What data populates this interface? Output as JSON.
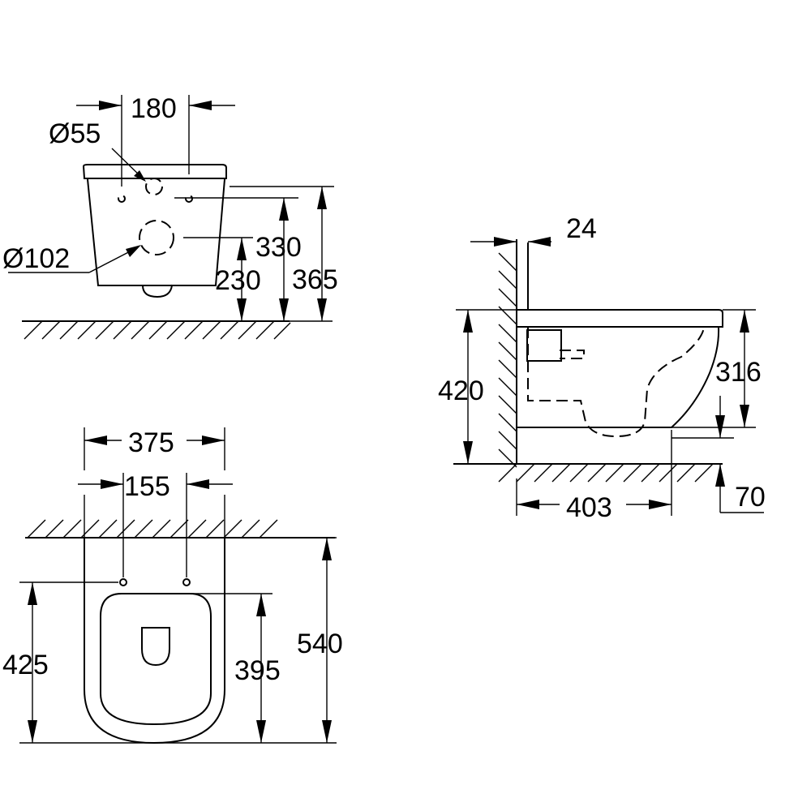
{
  "front_view": {
    "dims": {
      "width_180": "180",
      "dia_55": "Ø55",
      "dia_102": "Ø102",
      "h_330": "330",
      "h_230": "230",
      "h_365": "365"
    }
  },
  "side_view": {
    "dims": {
      "d_24": "24",
      "h_420": "420",
      "h_316": "316",
      "d_403": "403",
      "h_70": "70"
    }
  },
  "top_view": {
    "dims": {
      "w_375": "375",
      "w_155": "155",
      "d_425": "425",
      "d_395": "395",
      "d_540": "540"
    }
  },
  "colors": {
    "line": "#000000",
    "background": "#ffffff"
  }
}
